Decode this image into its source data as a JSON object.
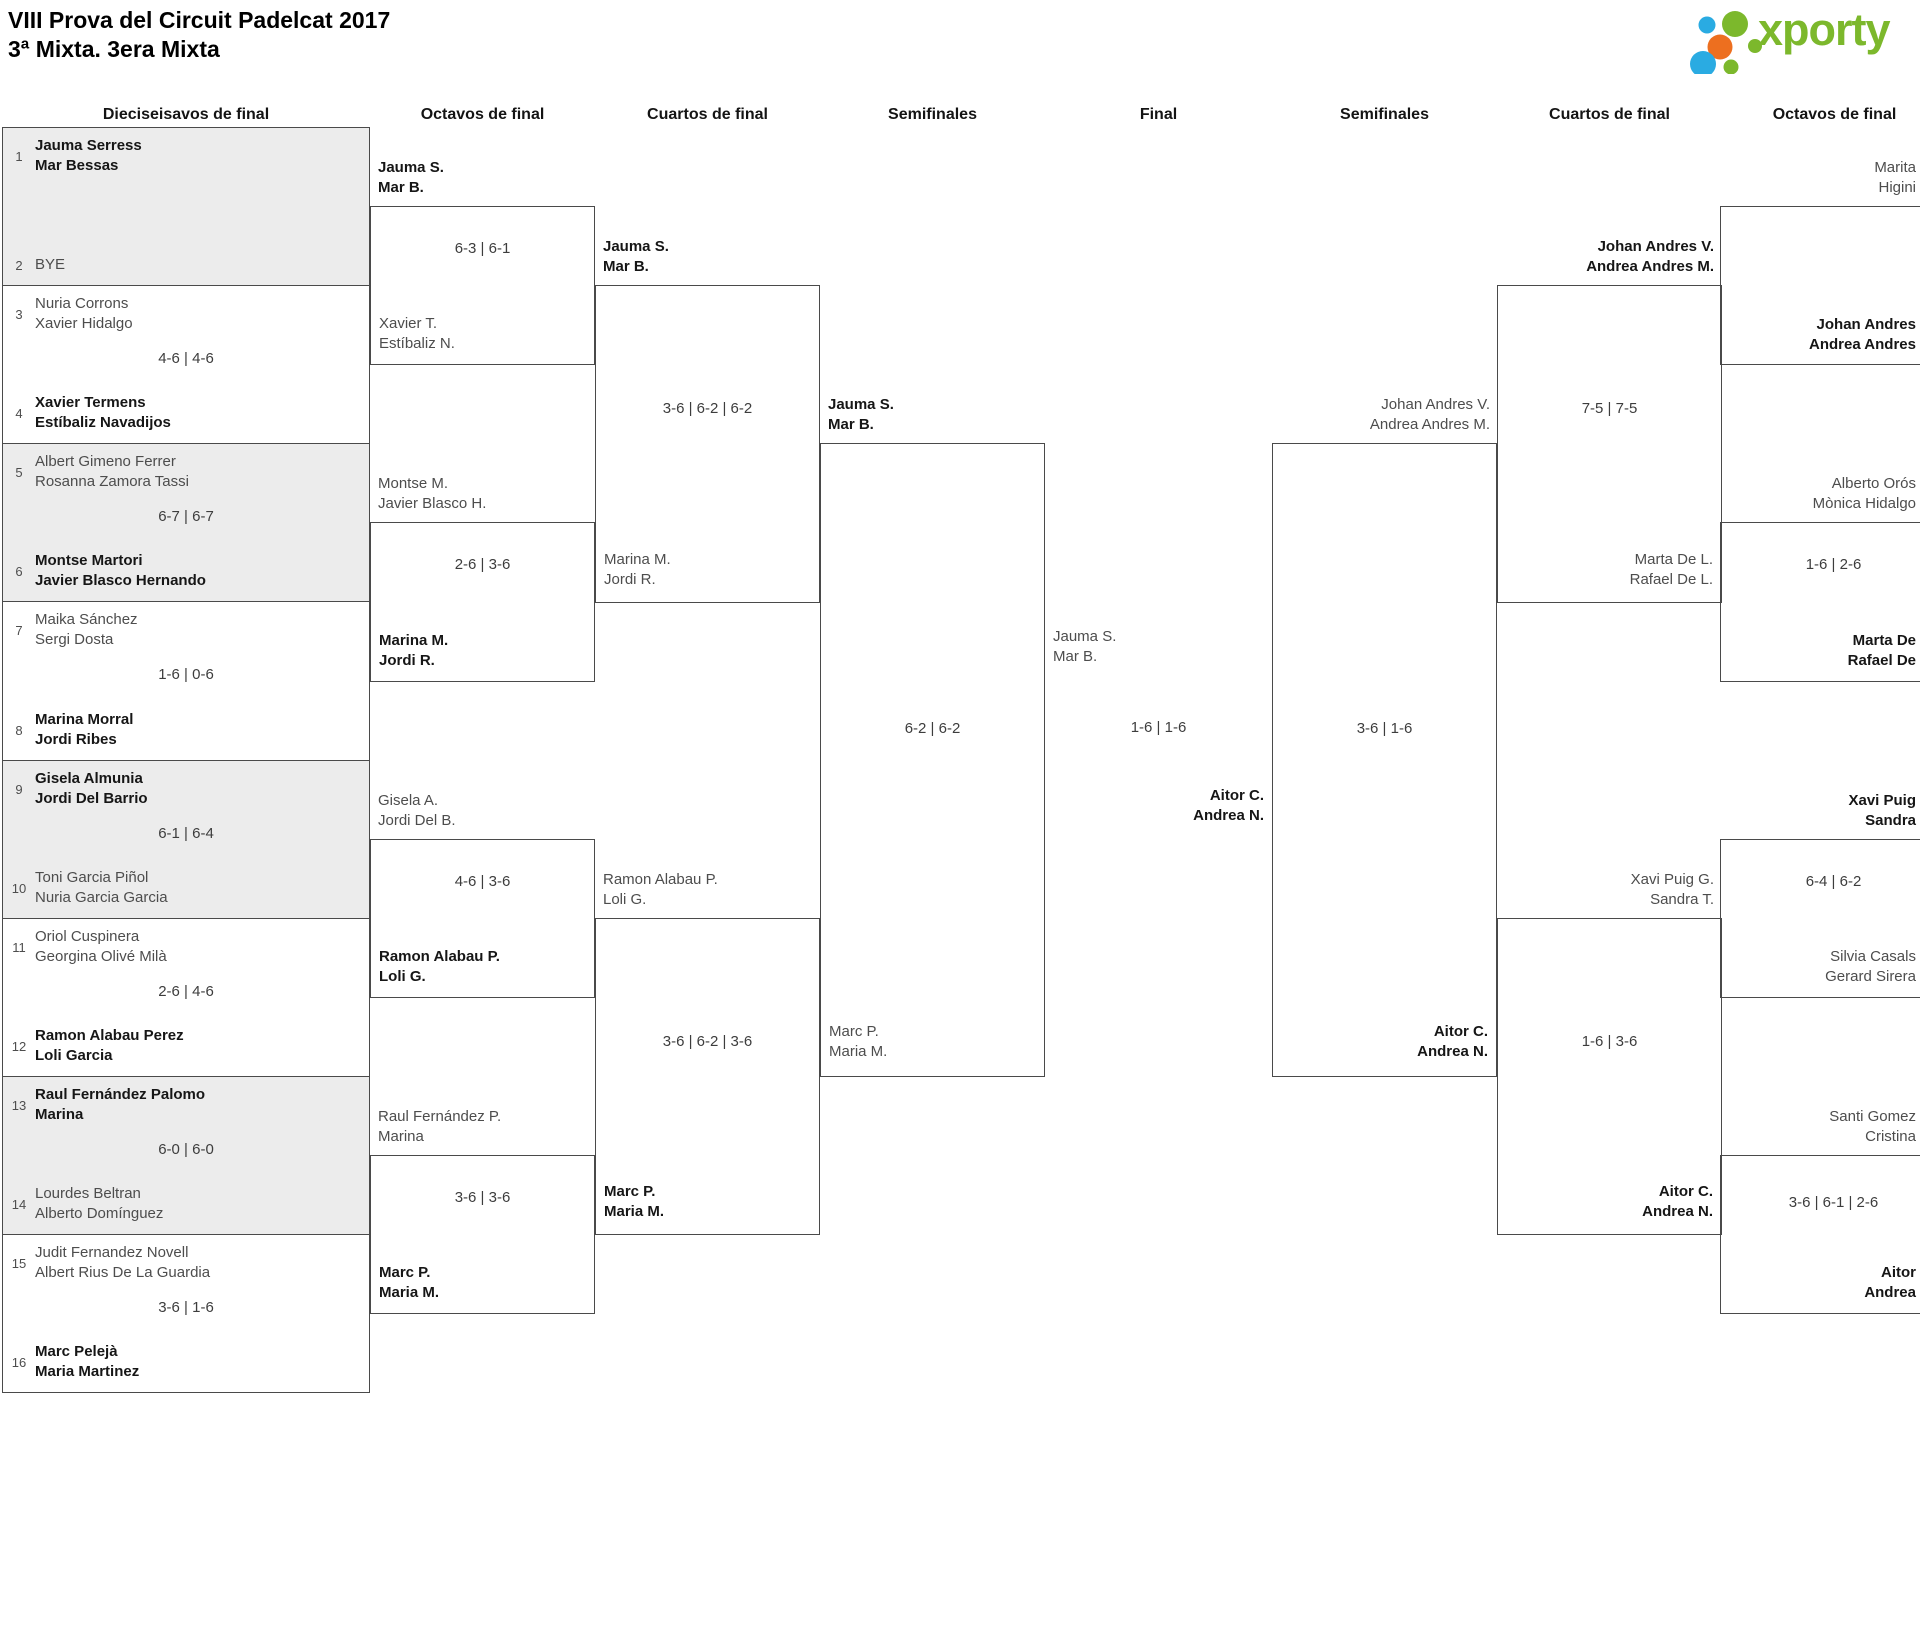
{
  "title": {
    "line1": "VIII Prova del Circuit Padelcat 2017",
    "line2": "3ª Mixta. 3era Mixta"
  },
  "logo": {
    "text": "xporty",
    "colors": {
      "green": "#7cb82c",
      "blue": "#2aabe2",
      "orange": "#ed6f1f"
    }
  },
  "headers": [
    "Dieciseisavos de final",
    "Octavos de final",
    "Cuartos de final",
    "Semifinales",
    "Final",
    "Semifinales",
    "Cuartos de final",
    "Octavos de final"
  ],
  "r32": [
    {
      "seed_top": "1",
      "top": "Jauma Serress\nMar Bessas",
      "top_winner": true,
      "score": "",
      "seed_bottom": "2",
      "bottom": "BYE",
      "bottom_winner": false
    },
    {
      "seed_top": "3",
      "top": "Nuria Corrons\nXavier Hidalgo",
      "top_winner": false,
      "score": "4-6 | 4-6",
      "seed_bottom": "4",
      "bottom": "Xavier Termens\nEstíbaliz Navadijos",
      "bottom_winner": true
    },
    {
      "seed_top": "5",
      "top": "Albert Gimeno Ferrer\nRosanna Zamora Tassi",
      "top_winner": false,
      "score": "6-7 | 6-7",
      "seed_bottom": "6",
      "bottom": "Montse Martori\nJavier Blasco Hernando",
      "bottom_winner": true
    },
    {
      "seed_top": "7",
      "top": "Maika Sánchez\nSergi Dosta",
      "top_winner": false,
      "score": "1-6 | 0-6",
      "seed_bottom": "8",
      "bottom": "Marina Morral\nJordi Ribes",
      "bottom_winner": true
    },
    {
      "seed_top": "9",
      "top": "Gisela Almunia\nJordi Del Barrio",
      "top_winner": true,
      "score": "6-1 | 6-4",
      "seed_bottom": "10",
      "bottom": "Toni Garcia Piñol\nNuria Garcia Garcia",
      "bottom_winner": false
    },
    {
      "seed_top": "11",
      "top": "Oriol Cuspinera\nGeorgina Olivé Milà",
      "top_winner": false,
      "score": "2-6 | 4-6",
      "seed_bottom": "12",
      "bottom": "Ramon Alabau Perez\nLoli Garcia",
      "bottom_winner": true
    },
    {
      "seed_top": "13",
      "top": "Raul Fernández Palomo\nMarina",
      "top_winner": true,
      "score": "6-0 | 6-0",
      "seed_bottom": "14",
      "bottom": "Lourdes Beltran\nAlberto Domínguez",
      "bottom_winner": false
    },
    {
      "seed_top": "15",
      "top": "Judit Fernandez Novell\nAlbert Rius De La Guardia",
      "top_winner": false,
      "score": "3-6 | 1-6",
      "seed_bottom": "16",
      "bottom": "Marc Pelejà\nMaria Martinez",
      "bottom_winner": true
    }
  ],
  "matches": {
    "r16_left": [
      {
        "top": "Jauma S.\nMar B.",
        "top_winner": true,
        "score": "6-3 | 6-1",
        "bottom": "Xavier T.\nEstíbaliz N.",
        "bottom_winner": false
      },
      {
        "top": "Montse M.\nJavier Blasco H.",
        "top_winner": false,
        "score": "2-6 | 3-6",
        "bottom": "Marina M.\nJordi R.",
        "bottom_winner": true
      },
      {
        "top": "Gisela A.\nJordi Del B.",
        "top_winner": false,
        "score": "4-6 | 3-6",
        "bottom": "Ramon Alabau P.\nLoli G.",
        "bottom_winner": true
      },
      {
        "top": "Raul Fernández P.\nMarina",
        "top_winner": false,
        "score": "3-6 | 3-6",
        "bottom": "Marc P.\nMaria M.",
        "bottom_winner": true
      }
    ],
    "qf_left": [
      {
        "top": "Jauma S.\nMar B.",
        "top_winner": true,
        "score": "3-6 | 6-2 | 6-2",
        "bottom": "Marina M.\nJordi R.",
        "bottom_winner": false
      },
      {
        "top": "Ramon Alabau P.\nLoli G.",
        "top_winner": false,
        "score": "3-6 | 6-2 | 3-6",
        "bottom": "Marc P.\nMaria M.",
        "bottom_winner": true
      }
    ],
    "sf_left": [
      {
        "top": "Jauma S.\nMar B.",
        "top_winner": true,
        "score": "6-2 | 6-2",
        "bottom": "Marc P.\nMaria M.",
        "bottom_winner": false
      }
    ],
    "final": {
      "left": "Jauma S.\nMar B.",
      "left_winner": false,
      "score": "1-6 | 1-6",
      "right": "Aitor C.\nAndrea N.",
      "right_winner": true
    },
    "sf_right": [
      {
        "top": "Johan Andres V.\nAndrea Andres M.",
        "top_winner": false,
        "score": "3-6 | 1-6",
        "bottom": "Aitor C.\nAndrea N.",
        "bottom_winner": true
      }
    ],
    "qf_right": [
      {
        "top": "Johan Andres V.\nAndrea Andres M.",
        "top_winner": true,
        "score": "7-5 | 7-5",
        "bottom": "Marta De L.\nRafael De L.",
        "bottom_winner": false
      },
      {
        "top": "Xavi Puig G.\nSandra T.",
        "top_winner": false,
        "score": "1-6 | 3-6",
        "bottom": "Aitor C.\nAndrea N.",
        "bottom_winner": true
      }
    ],
    "r16_right": [
      {
        "top": "Marita\nHigini",
        "top_winner": false,
        "score": "",
        "bottom": "Johan Andres\nAndrea Andres",
        "bottom_winner": true
      },
      {
        "top": "Alberto Orós\nMònica Hidalgo",
        "top_winner": false,
        "score": "1-6 | 2-6",
        "bottom": "Marta De\nRafael De",
        "bottom_winner": true
      },
      {
        "top": "Xavi Puig\nSandra",
        "top_winner": true,
        "score": "6-4 | 6-2",
        "bottom": "Silvia Casals\nGerard Sirera",
        "bottom_winner": false
      },
      {
        "top": "Santi Gomez\nCristina",
        "top_winner": false,
        "score": "3-6 | 6-1 | 2-6",
        "bottom": "Aitor\nAndrea",
        "bottom_winner": true
      }
    ]
  }
}
